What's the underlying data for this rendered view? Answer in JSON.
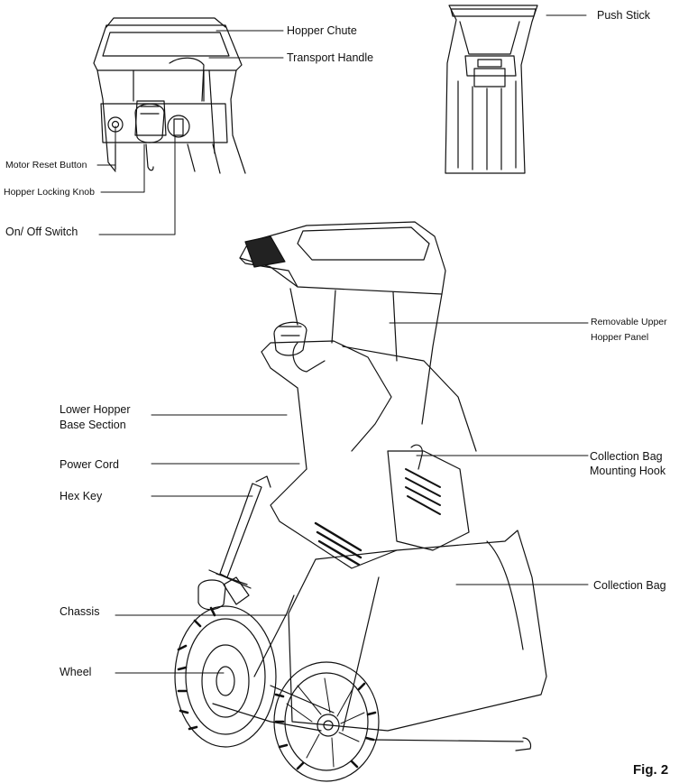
{
  "labels": {
    "hopper_chute": "Hopper Chute",
    "transport_handle": "Transport Handle",
    "push_stick": "Push Stick",
    "motor_reset_button": "Motor Reset Button",
    "hopper_locking_knob": "Hopper Locking Knob",
    "on_off_switch": "On/ Off Switch",
    "removable_upper_hopper_panel_1": "Removable Upper",
    "removable_upper_hopper_panel_2": "Hopper Panel",
    "lower_hopper_base_1": "Lower Hopper",
    "lower_hopper_base_2": "Base Section",
    "power_cord": "Power Cord",
    "hex_key": "Hex Key",
    "collection_bag_hook_1": "Collection Bag",
    "collection_bag_hook_2": "Mounting Hook",
    "collection_bag": "Collection Bag",
    "chassis": "Chassis",
    "wheel": "Wheel"
  },
  "figure_number": "Fig. 2"
}
